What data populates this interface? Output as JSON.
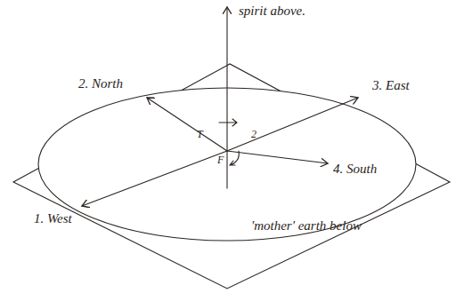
{
  "diagram": {
    "labels": [
      "spirit above.",
      "2. North",
      "3. East",
      "1. West",
      "4. South",
      "'mother' earth below",
      "T",
      "2",
      "F"
    ]
  }
}
